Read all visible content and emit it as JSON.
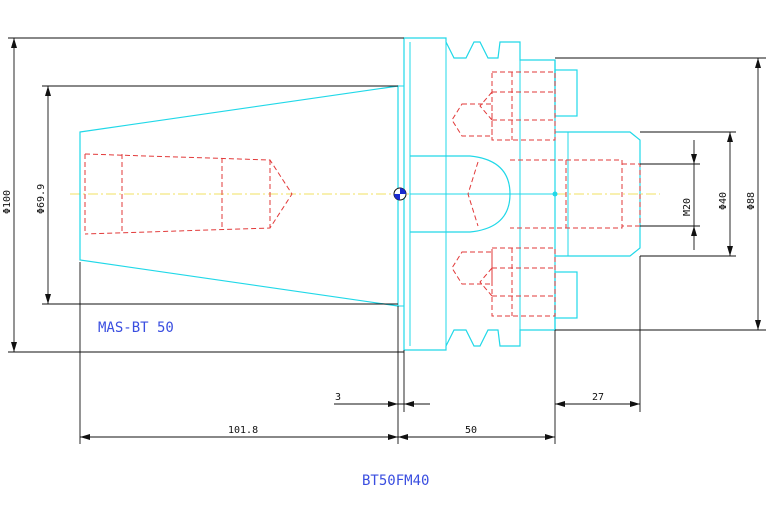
{
  "labels": {
    "model_name": "MAS-BT 50",
    "part_number": "BT50FM40"
  },
  "dimensions": {
    "dia_100": "Φ100",
    "dia_69_9": "Φ69.9",
    "dia_88": "Φ88",
    "dia_40": "Φ40",
    "thread": "M20",
    "len_3": "3",
    "len_101_8": "101.8",
    "len_50": "50",
    "len_27": "27"
  },
  "colors": {
    "outline": "#20d8e8",
    "hidden": "#e23a3a",
    "centerline": "#f0e060",
    "dimension": "#111111",
    "text_blue": "#3a4ee0"
  }
}
